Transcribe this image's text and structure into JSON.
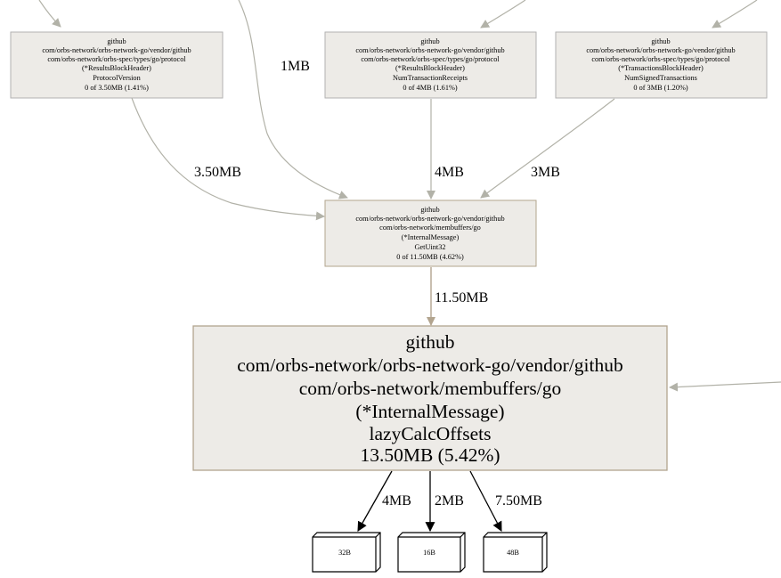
{
  "nodes": {
    "results_protocol": {
      "lines": [
        "github",
        "com/orbs-network/orbs-network-go/vendor/github",
        "com/orbs-network/orbs-spec/types/go/protocol",
        "(*ResultsBlockHeader)",
        "ProtocolVersion",
        "0 of 3.50MB (1.41%)"
      ]
    },
    "results_receipts": {
      "lines": [
        "github",
        "com/orbs-network/orbs-network-go/vendor/github",
        "com/orbs-network/orbs-spec/types/go/protocol",
        "(*ResultsBlockHeader)",
        "NumTransactionReceipts",
        "0 of 4MB (1.61%)"
      ]
    },
    "transactions_signed": {
      "lines": [
        "github",
        "com/orbs-network/orbs-network-go/vendor/github",
        "com/orbs-network/orbs-spec/types/go/protocol",
        "(*TransactionsBlockHeader)",
        "NumSignedTransactions",
        "0 of 3MB (1.20%)"
      ]
    },
    "getuint32": {
      "lines": [
        "github",
        "com/orbs-network/orbs-network-go/vendor/github",
        "com/orbs-network/membuffers/go",
        "(*InternalMessage)",
        "GetUint32",
        "0 of 11.50MB (4.62%)"
      ]
    },
    "lazycalc": {
      "lines": [
        "github",
        "com/orbs-network/orbs-network-go/vendor/github",
        "com/orbs-network/membuffers/go",
        "(*InternalMessage)",
        "lazyCalcOffsets",
        "13.50MB (5.42%)"
      ]
    },
    "leaves": [
      "32B",
      "16B",
      "48B"
    ]
  },
  "edges": {
    "top_left": "1MB",
    "protocol_to_getuint": "3.50MB",
    "receipts_to_getuint": "4MB",
    "signed_to_getuint": "3MB",
    "getuint_to_lazycalc": "11.50MB",
    "lazycalc_to_32b": "4MB",
    "lazycalc_to_16b": "2MB",
    "lazycalc_to_48b": "7.50MB"
  },
  "colors": {
    "node_fill": "#edebe7",
    "node_stroke_grey": "#b2b2b2",
    "node_stroke_tan": "#b2a48e",
    "edge_grey": "#b2b2a8",
    "edge_tan": "#b2a48e",
    "edge_black": "#000000"
  }
}
